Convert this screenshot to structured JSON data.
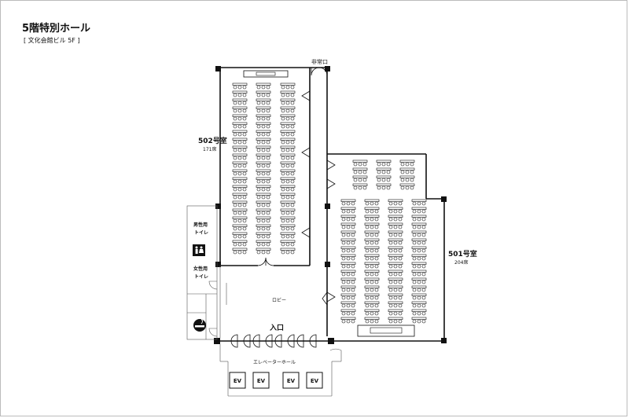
{
  "header": {
    "title": "5階特別ホール",
    "subtitle": "[ 文化会館ビル 5F ]"
  },
  "labels": {
    "emergency_exit": "非常口",
    "room502_name": "502号室",
    "room502_seats": "171席",
    "room501_name": "501号室",
    "room501_seats": "204席",
    "mens_toilet_1": "男性用",
    "mens_toilet_2": "トイレ",
    "womens_toilet_1": "女性用",
    "womens_toilet_2": "トイレ",
    "lobby": "ロビー",
    "entrance": "入口",
    "elevator_hall": "エレベーターホール"
  },
  "elevators": [
    "EV",
    "EV",
    "EV",
    "EV"
  ],
  "icons": {
    "restroom": "restroom-icon",
    "smoking": "smoking-area-icon"
  },
  "colors": {
    "line": "#111111",
    "background": "#ffffff",
    "frame": "#bbbbbb"
  }
}
